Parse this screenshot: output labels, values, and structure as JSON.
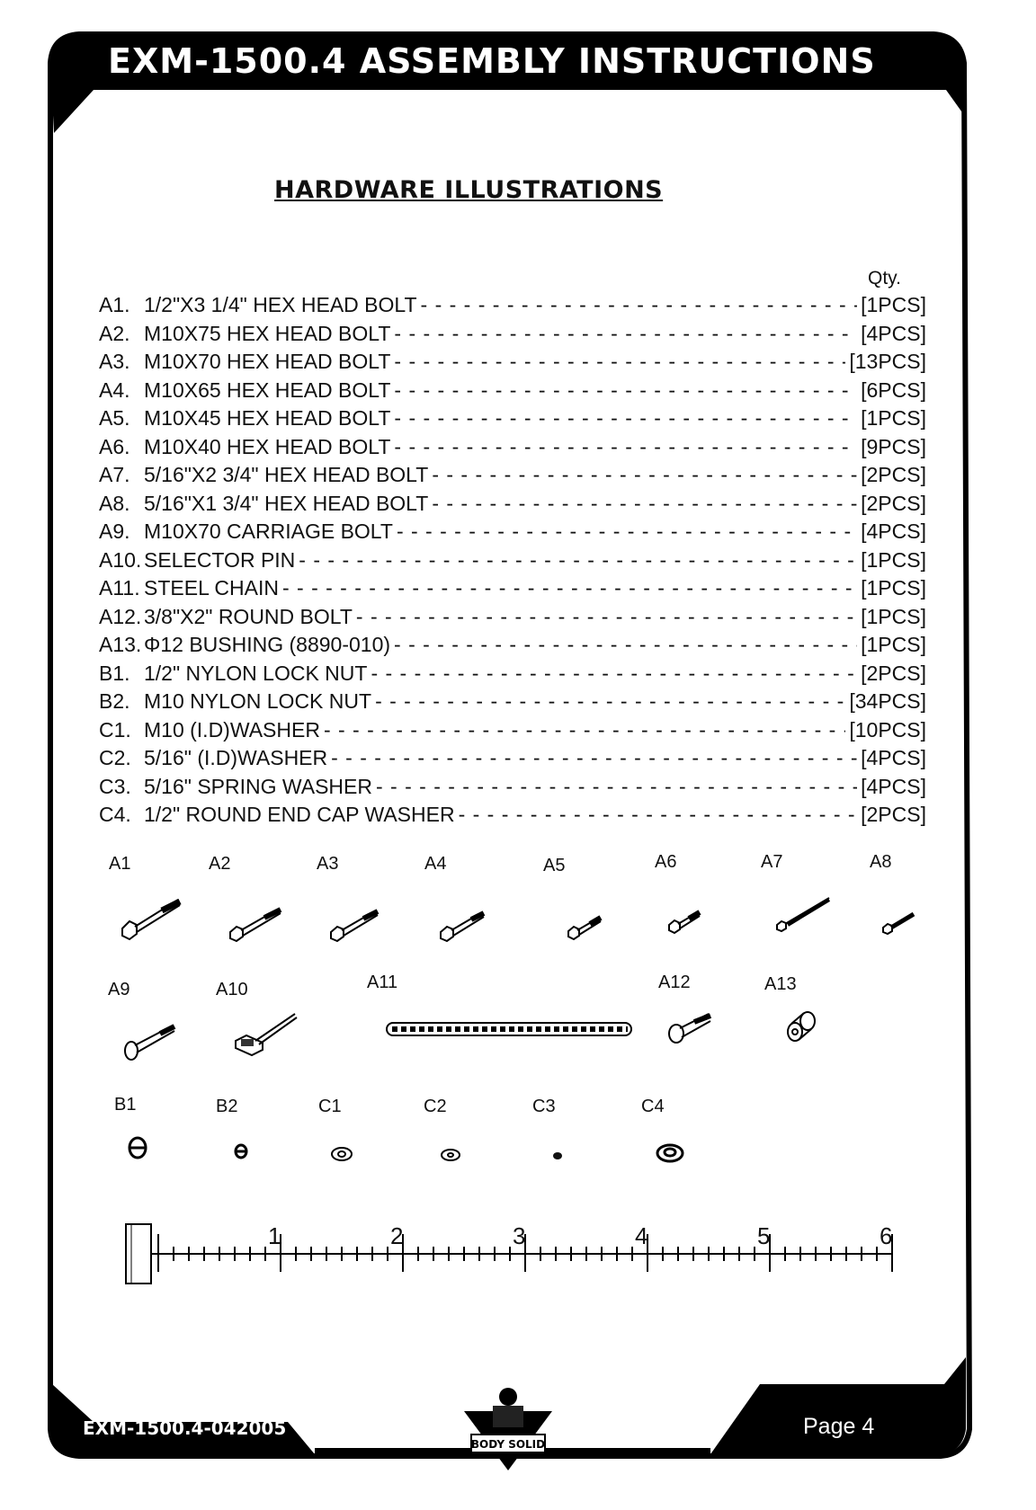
{
  "header": {
    "title": "EXM-1500.4  ASSEMBLY INSTRUCTIONS"
  },
  "section_title": "HARDWARE ILLUSTRATIONS",
  "qty_header": "Qty.",
  "parts": [
    {
      "code": "A1.",
      "desc": "1/2\"X3 1/4\" HEX HEAD BOLT",
      "qty": "[1PCS]"
    },
    {
      "code": "A2.",
      "desc": "M10X75 HEX HEAD BOLT",
      "qty": "[4PCS]"
    },
    {
      "code": "A3.",
      "desc": "M10X70 HEX HEAD BOLT",
      "qty": "[13PCS]"
    },
    {
      "code": "A4.",
      "desc": "M10X65 HEX HEAD BOLT",
      "qty": "[6PCS]"
    },
    {
      "code": "A5.",
      "desc": "M10X45 HEX HEAD BOLT",
      "qty": "[1PCS]"
    },
    {
      "code": "A6.",
      "desc": "M10X40 HEX HEAD BOLT",
      "qty": "[9PCS]"
    },
    {
      "code": "A7.",
      "desc": "5/16\"X2 3/4\" HEX HEAD BOLT",
      "qty": "[2PCS]"
    },
    {
      "code": "A8.",
      "desc": "5/16\"X1 3/4\" HEX HEAD BOLT",
      "qty": "[2PCS]"
    },
    {
      "code": "A9.",
      "desc": "M10X70 CARRIAGE BOLT",
      "qty": "[4PCS]"
    },
    {
      "code": "A10.",
      "desc": "SELECTOR PIN",
      "qty": "[1PCS]"
    },
    {
      "code": "A11.",
      "desc": "STEEL CHAIN",
      "qty": "[1PCS]"
    },
    {
      "code": "A12.",
      "desc": "3/8\"X2\" ROUND BOLT",
      "qty": "[1PCS]"
    },
    {
      "code": "A13.",
      "desc": "Φ12 BUSHING (8890-010)",
      "qty": "[1PCS]"
    },
    {
      "code": "B1.",
      "desc": "1/2\" NYLON LOCK NUT",
      "qty": "[2PCS]"
    },
    {
      "code": "B2.",
      "desc": "M10 NYLON LOCK NUT",
      "qty": "[34PCS]"
    },
    {
      "code": "C1.",
      "desc": "M10 (I.D)WASHER",
      "qty": "[10PCS]"
    },
    {
      "code": "C2.",
      "desc": "5/16\" (I.D)WASHER",
      "qty": "[4PCS]"
    },
    {
      "code": "C3.",
      "desc": "5/16\" SPRING WASHER",
      "qty": "[4PCS]"
    },
    {
      "code": "C4.",
      "desc": "1/2\" ROUND END CAP WASHER",
      "qty": "[2PCS]"
    }
  ],
  "illustration_labels": {
    "a1": "A1",
    "a2": "A2",
    "a3": "A3",
    "a4": "A4",
    "a5": "A5",
    "a6": "A6",
    "a7": "A7",
    "a8": "A8",
    "a9": "A9",
    "a10": "A10",
    "a11": "A11",
    "a12": "A12",
    "a13": "A13",
    "b1": "B1",
    "b2": "B2",
    "c1": "C1",
    "c2": "C2",
    "c3": "C3",
    "c4": "C4"
  },
  "ruler": {
    "labels": [
      "1",
      "2",
      "3",
      "4",
      "5",
      "6"
    ]
  },
  "footer": {
    "doc_code": "EXM-1500.4-042005",
    "page": "Page 4",
    "logo_text": "BODY SOLID"
  }
}
